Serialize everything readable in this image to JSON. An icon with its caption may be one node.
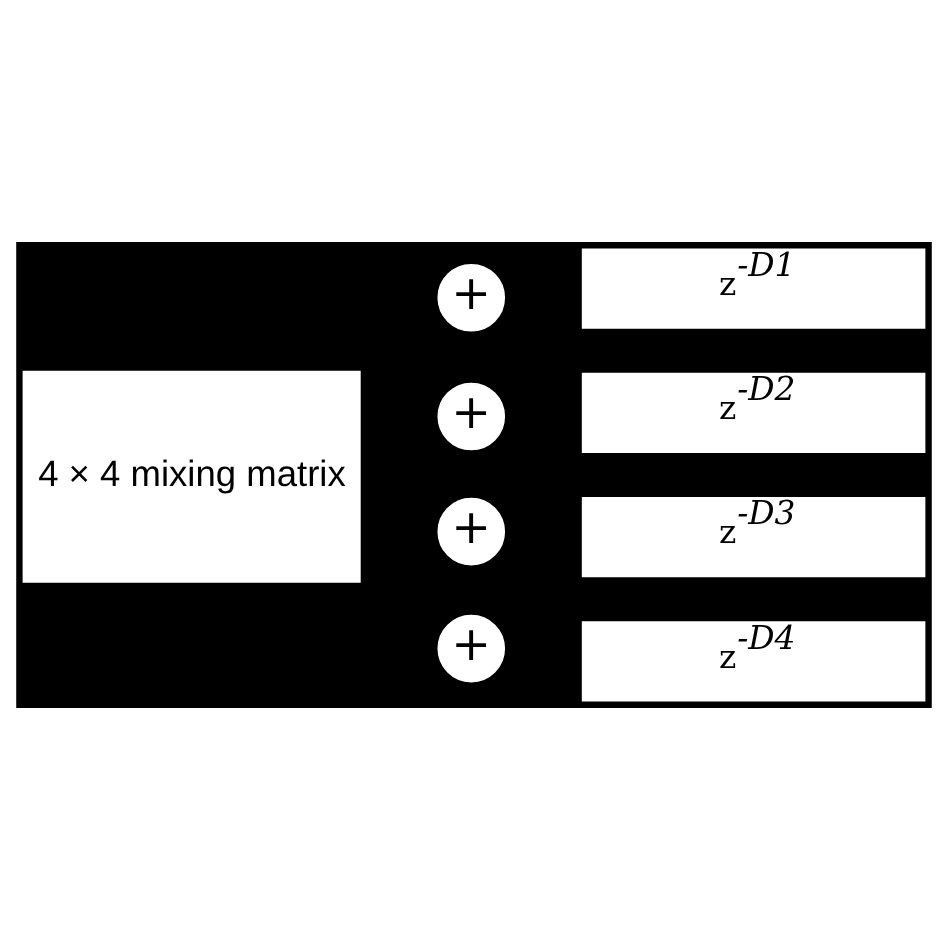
{
  "diagram": {
    "nodes": [
      {
        "text": [
          "4 × 4 mixing matrix"
        ]
      },
      {
        "text": [
          "+"
        ]
      },
      {
        "text": [
          "+"
        ]
      },
      {
        "text": [
          "+"
        ]
      },
      {
        "text": [
          "+"
        ]
      },
      {
        "text": [
          "z$^{-D1}$"
        ]
      },
      {
        "text": [
          "z$^{-D2}$"
        ]
      },
      {
        "text": [
          "z$^{-D3}$"
        ]
      },
      {
        "text": [
          "z$^{-D4}$"
        ]
      }
    ]
  }
}
